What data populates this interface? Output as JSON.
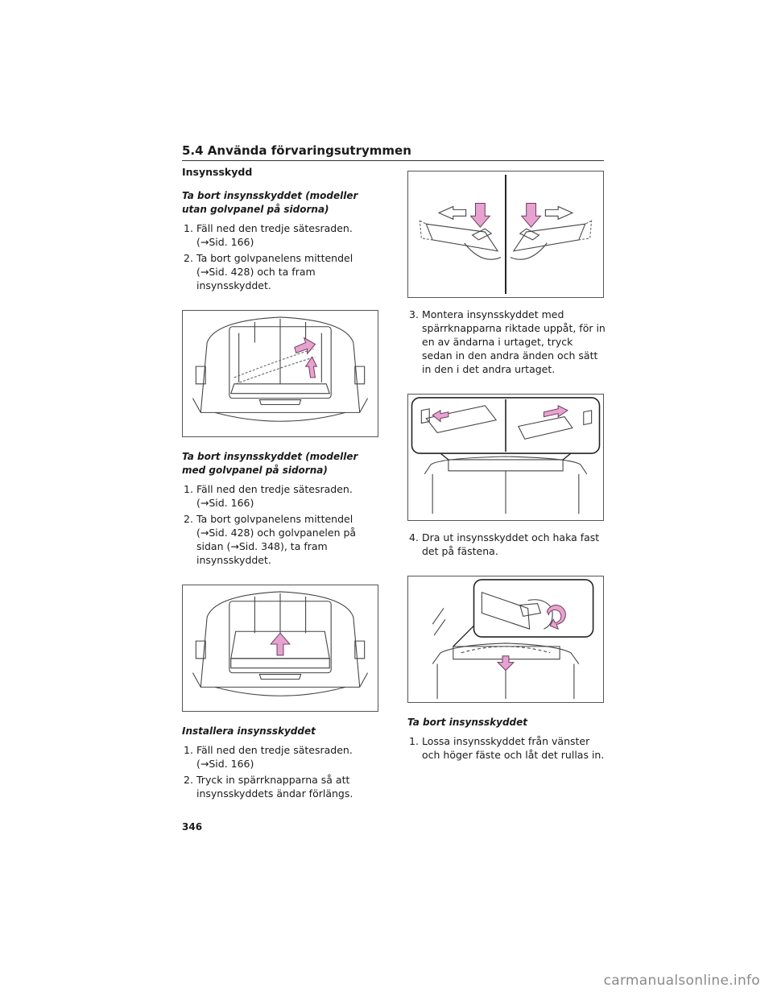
{
  "section": {
    "title": "5.4 Använda förvaringsutrymmen"
  },
  "left": {
    "title": "Insynsskydd",
    "block1": {
      "heading": "Ta bort insynsskyddet (modeller utan golvpanel på sidorna)",
      "steps": [
        {
          "num": "1.",
          "text": "Fäll ned den tredje sätesraden. (→Sid. 166)"
        },
        {
          "num": "2.",
          "text": "Ta bort golvpanelens mittendel (→Sid. 428) och ta fram insynsskyddet."
        }
      ]
    },
    "block2": {
      "heading": "Ta bort insynsskyddet (modeller med golvpanel på sidorna)",
      "steps": [
        {
          "num": "1.",
          "text": "Fäll ned den tredje sätesraden. (→Sid. 166)"
        },
        {
          "num": "2.",
          "text": "Ta bort golvpanelens mittendel (→Sid. 428) och golvpanelen på sidan (→Sid. 348), ta fram insynsskyddet."
        }
      ]
    },
    "block3": {
      "heading": "Installera insynsskyddet",
      "steps": [
        {
          "num": "1.",
          "text": "Fäll ned den tredje sätesraden. (→Sid. 166)"
        },
        {
          "num": "2.",
          "text": "Tryck in spärrknapparna så att insynsskyddets ändar förlängs."
        }
      ]
    }
  },
  "right": {
    "step3": {
      "num": "3.",
      "text": "Montera insynsskyddet med spärrknapparna riktade uppåt, för in en av ändarna i urtaget, tryck sedan in den andra änden och sätt in den i det andra urtaget."
    },
    "step4": {
      "num": "4.",
      "text": "Dra ut insynsskyddet och haka fast det på fästena."
    },
    "block4": {
      "heading": "Ta bort insynsskyddet",
      "steps": [
        {
          "num": "1.",
          "text": "Lossa insynsskyddet från vänster och höger fäste och låt det rullas in."
        }
      ]
    }
  },
  "page_number": "346",
  "watermark": "carmanualsonline.info",
  "colors": {
    "arrow_pink": "#e7a3cf",
    "arrow_stroke": "#6a3b5c",
    "line": "#444444"
  }
}
